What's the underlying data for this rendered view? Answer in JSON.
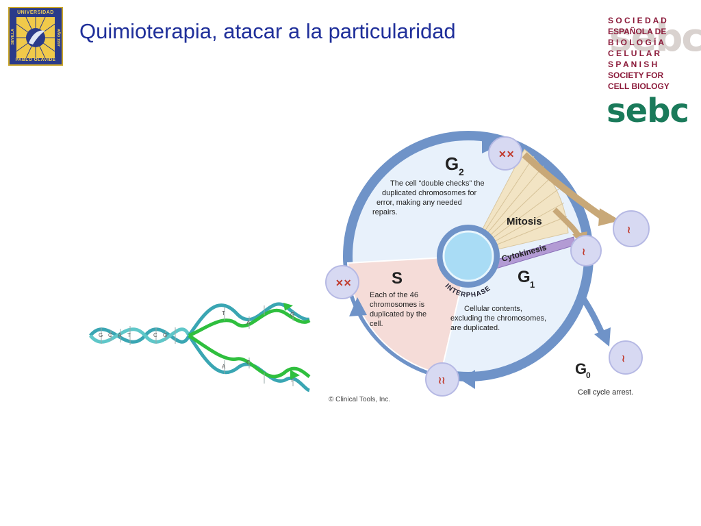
{
  "slide": {
    "title": "Quimioterapia, atacar a la particularidad"
  },
  "university_logo": {
    "top_text": "UNIVERSIDAD",
    "bottom_text": "PABLO OLAVIDE",
    "side_left": "SEVILLA",
    "side_right": "AÑO 1997"
  },
  "sebc_logo": {
    "lines": [
      "S O C I E D A D",
      "ESPAÑOLA DE",
      "B I O L O G Í A",
      "C E L U L A R",
      "S P A N I S H",
      "SOCIETY FOR",
      "CELL BIOLOGY"
    ],
    "ghost_text": "sebc",
    "wordmark": "sebc",
    "colors": {
      "text": "#8b1a3a",
      "mark": "#1a7a5a"
    }
  },
  "cell_cycle": {
    "g2_label": "G",
    "g2_sub": "2",
    "g2_text": [
      "The cell “double checks” the",
      "duplicated chromosomes for",
      "error, making any needed",
      "repairs."
    ],
    "mitosis_label": "Mitosis",
    "cytokinesis_label": "Cytokinesis",
    "s_label": "S",
    "s_text": [
      "Each of the 46",
      "chromosomes is",
      "duplicated by the",
      "cell."
    ],
    "interphase_label": "INTERPHASE",
    "g1_label": "G",
    "g1_sub": "1",
    "g1_text": [
      "Cellular contents,",
      "excluding the chromosomes,",
      "are duplicated."
    ],
    "g0_label": "G",
    "g0_sub": "0",
    "g0_text": "Cell cycle arrest.",
    "copyright": "© Clinical Tools, Inc.",
    "colors": {
      "ring": "#6f93c8",
      "g_area": "#e8f1fb",
      "s_area": "#f5dcd8",
      "mitosis": "#f2e4c4",
      "mitosis_arrow": "#c8a878",
      "cytokinesis": "#b39bd4",
      "center": "#a9dcf5"
    }
  },
  "dna_figure": {
    "bases": [
      "G",
      "C",
      "A",
      "T",
      "C",
      "G",
      "T",
      "A",
      "G",
      "A",
      "C",
      "T"
    ]
  }
}
